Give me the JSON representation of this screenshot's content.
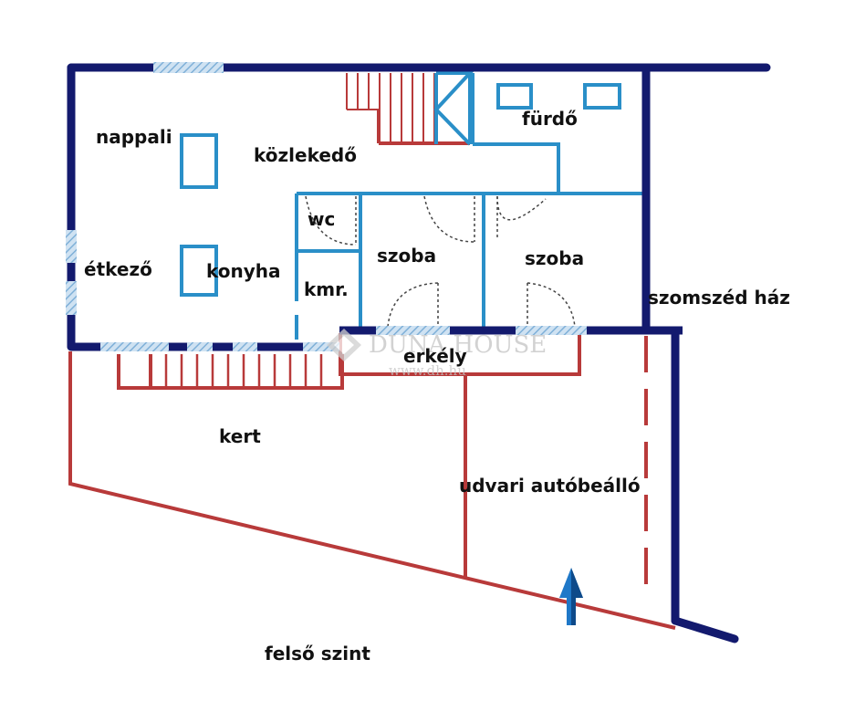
{
  "labels": {
    "nappali": "nappali",
    "kozlekedo": "közlekedő",
    "furdo": "fürdő",
    "wc": "wc",
    "etkezo": "étkező",
    "konyha": "konyha",
    "kamra": "kmr.",
    "szoba_left": "szoba",
    "szoba_right": "szoba",
    "szomszed_haz": "szomszéd ház",
    "erkely": "erkély",
    "kert": "kert",
    "udvari_autobeallo": "udvari autóbeálló",
    "level": "felső szint"
  },
  "watermark": {
    "brand": "DUNA HOUSE",
    "url": "www.dh.hu"
  },
  "colors": {
    "outer_wall": "#131a6e",
    "inner_wall": "#2a8fc8",
    "outdoor_line": "#b83a3a",
    "window": "#9fc7e6",
    "arrow": "#1f78c8",
    "text": "#111111"
  }
}
